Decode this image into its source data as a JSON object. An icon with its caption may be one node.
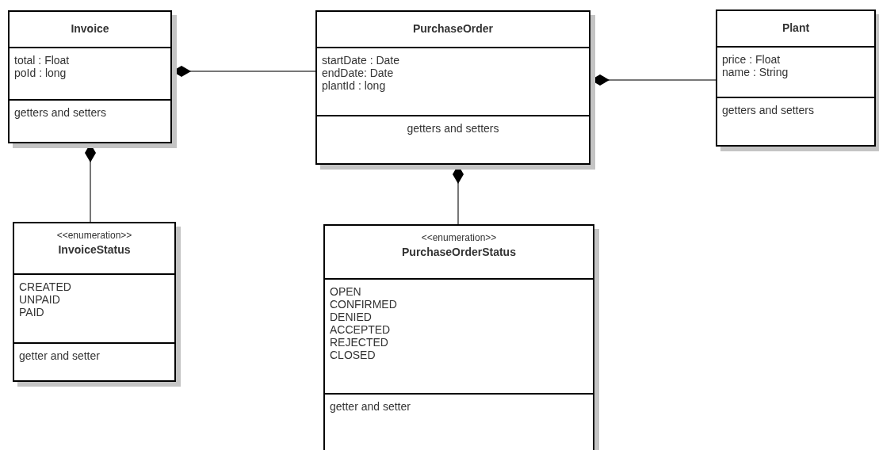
{
  "diagram": {
    "nodes": [
      {
        "text": [
          "Invoice",
          "total : Float",
          "poId : long",
          "getters and setters"
        ]
      },
      {
        "text": [
          "PurchaseOrder",
          "startDate : Date",
          "endDate: Date",
          "plantId : long",
          "getters and setters"
        ]
      },
      {
        "text": [
          "Plant",
          "price : Float",
          "name : String",
          "getters and setters"
        ]
      },
      {
        "text": [
          "<<enumeration>>",
          "InvoiceStatus",
          "CREATED",
          "UNPAID",
          "PAID",
          "getter and setter"
        ]
      },
      {
        "text": [
          "<<enumeration>>",
          "PurchaseOrderStatus",
          "OPEN",
          "CONFIRMED",
          "DENIED",
          "ACCEPTED",
          "REJECTED",
          "CLOSED",
          "getter and setter"
        ]
      }
    ],
    "edges": [
      {
        "from": 0,
        "to": 1,
        "arrow": "other"
      },
      {
        "from": 1,
        "to": 2,
        "arrow": "other"
      },
      {
        "from": 0,
        "to": 3,
        "arrow": "other"
      },
      {
        "from": 1,
        "to": 4,
        "arrow": "other"
      }
    ]
  }
}
